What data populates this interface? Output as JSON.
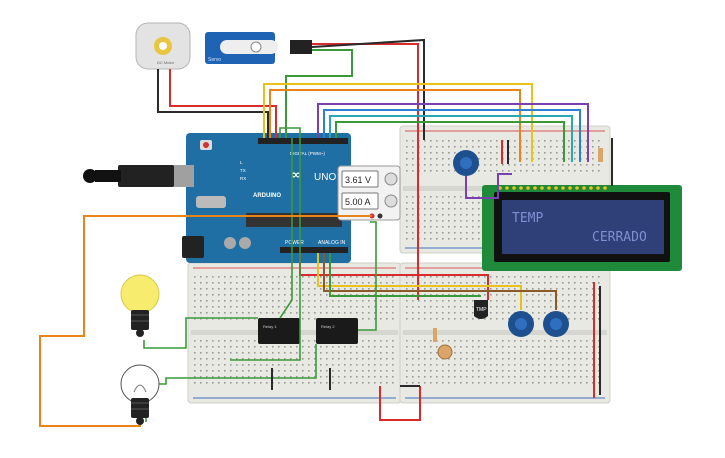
{
  "arduino": {
    "brand": "ARDUINO",
    "model": "UNO",
    "digital_header": "DIGITAL (PWM~)",
    "power_header": "POWER",
    "analog_header": "ANALOG IN",
    "on_label": "ON",
    "tx_label": "TX",
    "rx_label": "RX",
    "l_label": "L"
  },
  "power_supply": {
    "voltage": "3.61 V",
    "current": "5.00 A"
  },
  "lcd": {
    "line1": "TEMP",
    "line2": "CERRADO",
    "backlight": "#2f3f78",
    "text_color": "#7f8fd2",
    "pcb_color": "#1f8a3a"
  },
  "motor": {
    "label": "DC Motor"
  },
  "servo": {
    "label": "Servo"
  },
  "relays": [
    {
      "label": "Relay 1"
    },
    {
      "label": "Relay 2"
    }
  ],
  "sensor": {
    "label": "TMP"
  },
  "bulbs": [
    {
      "state": "on"
    },
    {
      "state": "off"
    }
  ],
  "colors": {
    "board": "#1f6fa5",
    "wire_red": "#d92b2b",
    "wire_black": "#2a2a2a",
    "wire_green": "#3a9a3a",
    "wire_orange": "#e8841a",
    "wire_yellow": "#e6c21a",
    "wire_purple": "#7a3fb0",
    "wire_blue": "#2f7fd0",
    "wire_teal": "#2aa7b0",
    "wire_brown": "#8a5a2a"
  }
}
